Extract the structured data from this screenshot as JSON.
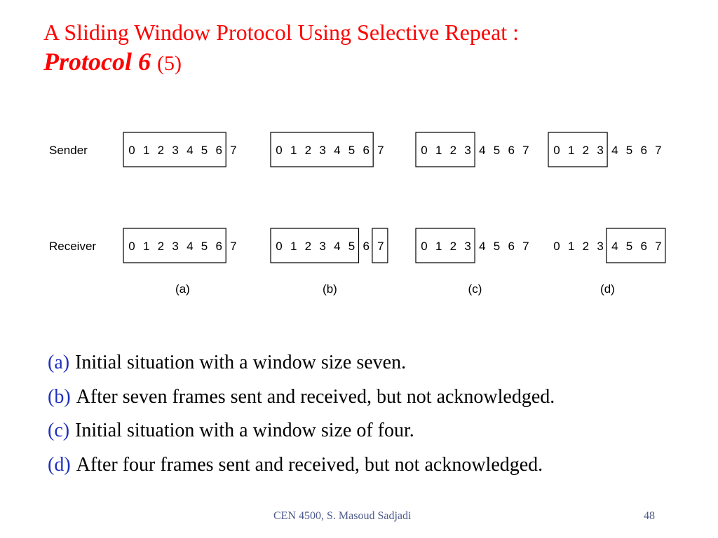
{
  "title": {
    "line1": "A Sliding Window Protocol Using Selective Repeat :",
    "protocol": "Protocol 6",
    "part": "(5)"
  },
  "diagram": {
    "row_labels": [
      "Sender",
      "Receiver"
    ],
    "sequence_numbers": [
      "0",
      "1",
      "2",
      "3",
      "4",
      "5",
      "6",
      "7"
    ],
    "panels": [
      {
        "label": "(a)",
        "sender_windows": [
          [
            0,
            6
          ]
        ],
        "receiver_windows": [
          [
            0,
            6
          ]
        ]
      },
      {
        "label": "(b)",
        "sender_windows": [
          [
            0,
            6
          ]
        ],
        "receiver_windows": [
          [
            0,
            5
          ],
          [
            7,
            7
          ]
        ]
      },
      {
        "label": "(c)",
        "sender_windows": [
          [
            0,
            3
          ]
        ],
        "receiver_windows": [
          [
            0,
            3
          ]
        ]
      },
      {
        "label": "(d)",
        "sender_windows": [
          [
            0,
            3
          ]
        ],
        "receiver_windows": [
          [
            4,
            7
          ]
        ]
      }
    ]
  },
  "captions": [
    {
      "tag": "(a)",
      "text": "Initial situation with a window size seven."
    },
    {
      "tag": "(b)",
      "text": "After seven frames sent and received, but not acknowledged."
    },
    {
      "tag": "(c)",
      "text": "Initial situation with a window size of four."
    },
    {
      "tag": "(d)",
      "text": "After four frames sent and received, but not acknowledged."
    }
  ],
  "footer": {
    "credit": "CEN 4500, S. Masoud Sadjadi",
    "page": "48"
  },
  "colors": {
    "title": "#ff0000",
    "caption_tag": "#1f2fbf",
    "footer": "#4d5a8c"
  }
}
